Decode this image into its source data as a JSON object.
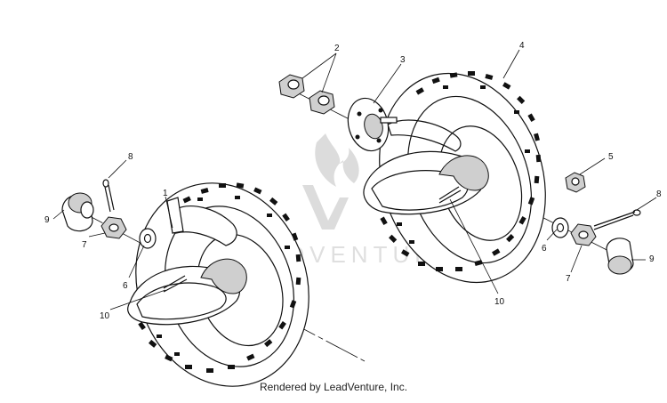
{
  "footer": {
    "text": "Rendered by LeadVenture, Inc."
  },
  "watermark": {
    "text": "ADVENTURE"
  },
  "callouts": [
    {
      "id": "c1",
      "label": "1"
    },
    {
      "id": "c2",
      "label": "2"
    },
    {
      "id": "c3",
      "label": "3"
    },
    {
      "id": "c4",
      "label": "4"
    },
    {
      "id": "c5",
      "label": "5"
    },
    {
      "id": "c6a",
      "label": "6"
    },
    {
      "id": "c6b",
      "label": "6"
    },
    {
      "id": "c7a",
      "label": "7"
    },
    {
      "id": "c7b",
      "label": "7"
    },
    {
      "id": "c8a",
      "label": "8"
    },
    {
      "id": "c8b",
      "label": "8"
    },
    {
      "id": "c9a",
      "label": "9"
    },
    {
      "id": "c9b",
      "label": "9"
    },
    {
      "id": "c10a",
      "label": "10"
    },
    {
      "id": "c10b",
      "label": "10"
    }
  ]
}
